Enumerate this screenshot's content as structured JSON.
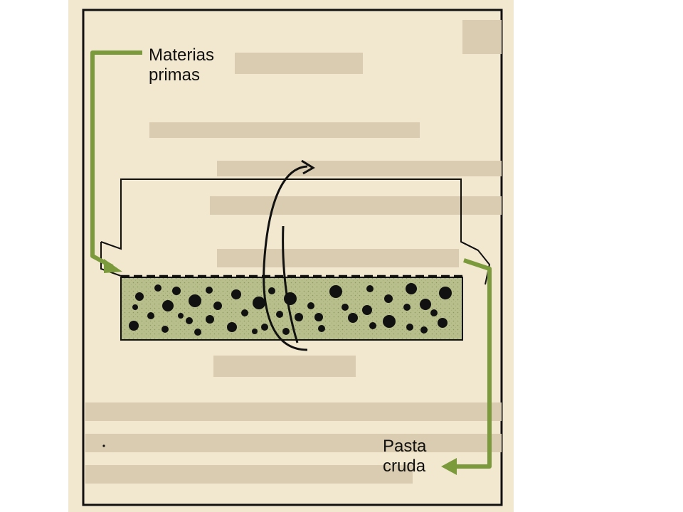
{
  "labels": {
    "inlet": [
      "Materias",
      "primas"
    ],
    "outlet": [
      "Pasta",
      "cruda"
    ]
  },
  "colors": {
    "paper": "#f2e7cf",
    "arrow_green": "#7b9a3c",
    "slurry_fill": "#b9bf8c",
    "ink": "#111111"
  },
  "icons": [
    "rotation-arrow-icon",
    "inlet-arrow-icon",
    "outlet-arrow-icon"
  ]
}
